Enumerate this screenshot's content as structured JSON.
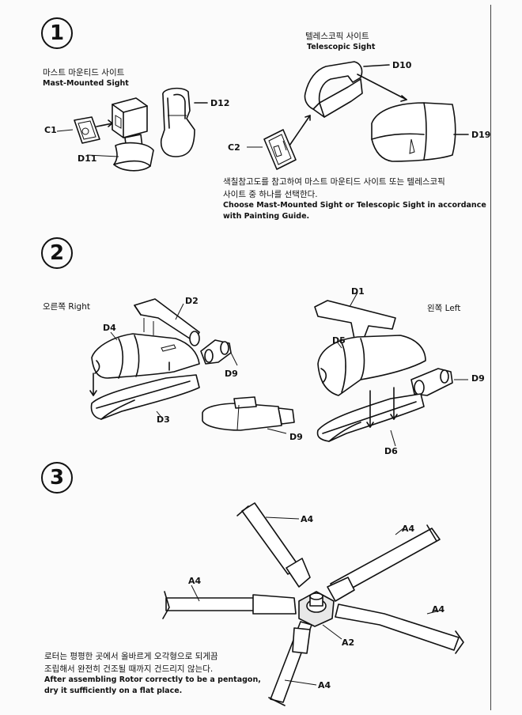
{
  "steps": [
    {
      "number": "1"
    },
    {
      "number": "2"
    },
    {
      "number": "3"
    }
  ],
  "step1": {
    "mast_ko": "마스트 마운티드 사이트",
    "mast_en": "Mast-Mounted Sight",
    "tele_ko": "텔레스코픽 사이트",
    "tele_en": "Telescopic Sight",
    "parts": {
      "c1": "C1",
      "d11": "D11",
      "d12": "D12",
      "d10": "D10",
      "c2": "C2",
      "d19": "D19"
    },
    "note_ko_1": "색칠참고도를 참고하여 마스트 마운티드 사이트 또는 텔레스코픽",
    "note_ko_2": "사이트 중 하나를 선택한다.",
    "note_en_1": "Choose Mast-Mounted Sight or Telescopic Sight in accordance",
    "note_en_2": "with Painting Guide."
  },
  "step2": {
    "right_label": "오른쪽 Right",
    "left_label": "왼쪽 Left",
    "parts": {
      "d2": "D2",
      "d4": "D4",
      "d9a": "D9",
      "d3": "D3",
      "d9b": "D9",
      "d1": "D1",
      "d5": "D5",
      "d9c": "D9",
      "d6": "D6"
    }
  },
  "step3": {
    "parts": {
      "a4_top": "A4",
      "a4_right_top": "A4",
      "a4_left": "A4",
      "a4_right": "A4",
      "a2": "A2",
      "a4_bottom": "A4"
    },
    "note_ko_1": "로터는 평평한 곳에서 올바르게 오각형으로 되게끔",
    "note_ko_2": "조립해서 완전히 건조될 때까지 건드리지 않는다.",
    "note_en_1": "After assembling Rotor correctly to be a pentagon,",
    "note_en_2": "dry it sufficiently on a flat place."
  }
}
